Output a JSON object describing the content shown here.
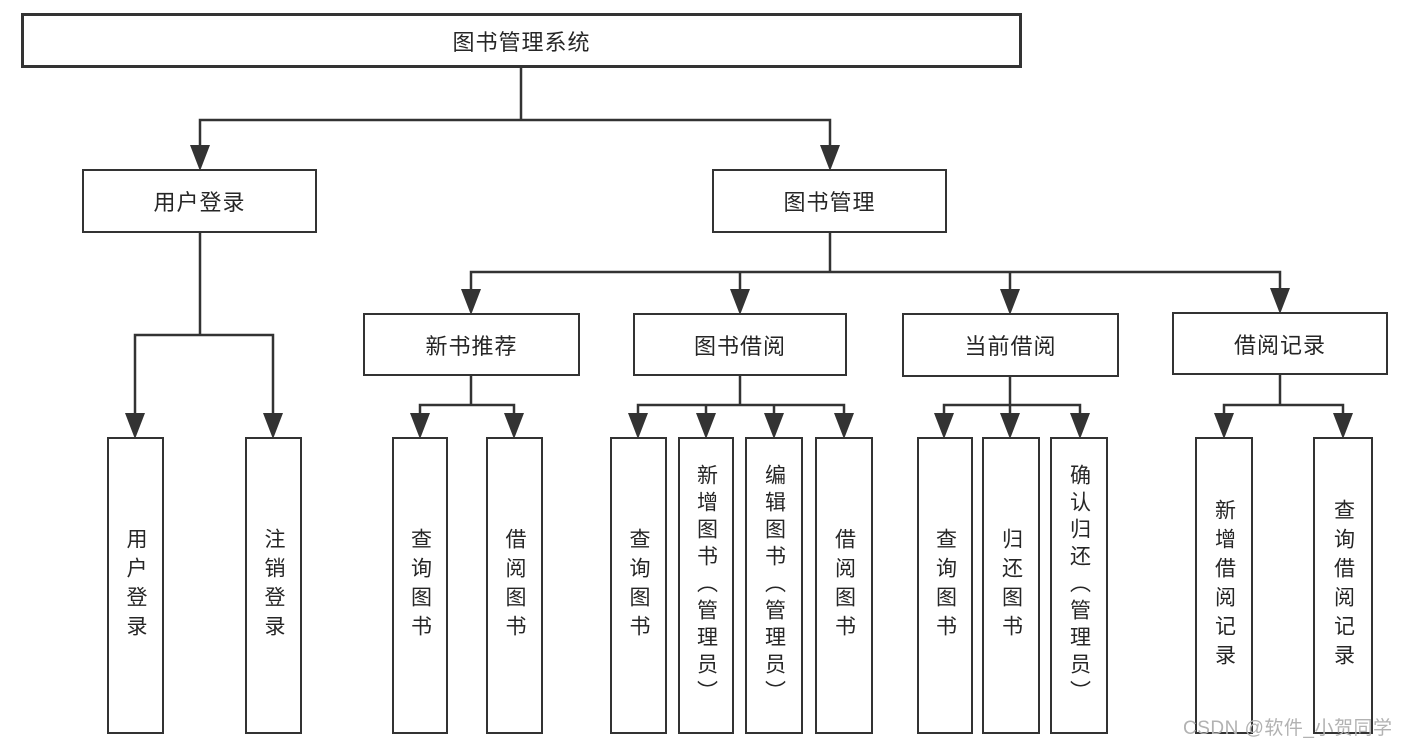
{
  "root": {
    "label": "图书管理系统"
  },
  "level2": [
    {
      "id": "user-login",
      "label": "用户登录",
      "parent": "图书管理系统"
    },
    {
      "id": "book-management",
      "label": "图书管理",
      "parent": "图书管理系统"
    }
  ],
  "level3": [
    {
      "id": "new-book-recommendation",
      "label": "新书推荐",
      "parent": "图书管理"
    },
    {
      "id": "book-borrowing",
      "label": "图书借阅",
      "parent": "图书管理"
    },
    {
      "id": "current-borrowing",
      "label": "当前借阅",
      "parent": "图书管理"
    },
    {
      "id": "borrowing-records",
      "label": "借阅记录",
      "parent": "图书管理"
    }
  ],
  "leaves": [
    {
      "label": "用户登录",
      "parent": "用户登录"
    },
    {
      "label": "注销登录",
      "parent": "用户登录"
    },
    {
      "label": "查询图书",
      "parent": "新书推荐"
    },
    {
      "label": "借阅图书",
      "parent": "新书推荐"
    },
    {
      "label": "查询图书",
      "parent": "图书借阅"
    },
    {
      "label": "新增图书（管理员）",
      "parent": "图书借阅"
    },
    {
      "label": "编辑图书（管理员）",
      "parent": "图书借阅"
    },
    {
      "label": "借阅图书",
      "parent": "图书借阅"
    },
    {
      "label": "查询图书",
      "parent": "当前借阅"
    },
    {
      "label": "归还图书",
      "parent": "当前借阅"
    },
    {
      "label": "确认归还（管理员）",
      "parent": "当前借阅"
    },
    {
      "label": "新增借阅记录",
      "parent": "借阅记录"
    },
    {
      "label": "查询借阅记录",
      "parent": "借阅记录"
    }
  ],
  "watermark": {
    "text": "CSDN @软件_小贺同学"
  },
  "colors": {
    "line": "#333333",
    "border": "#333333",
    "text": "#262626",
    "background": "#ffffff",
    "watermark": "#b2b2b2"
  }
}
